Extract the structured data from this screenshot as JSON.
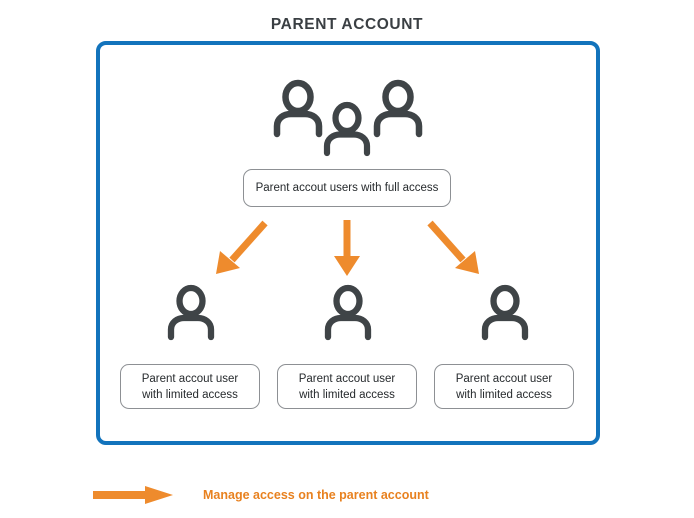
{
  "diagram": {
    "title": "PARENT ACCOUNT",
    "colors": {
      "frame_blue": "#1273bc",
      "arrow_orange": "#ee8b2d",
      "icon_gray": "#3f4447",
      "box_border_gray": "#8d9094",
      "title_gray": "#3a3f43",
      "legend_orange": "#e8811f",
      "background": "#ffffff"
    },
    "top_group": {
      "icon_name": "three-users-icon",
      "person_count": 3,
      "label": "Parent accout users with full access"
    },
    "arrows": [
      {
        "name": "arrow-to-child-1",
        "direction": "down-left"
      },
      {
        "name": "arrow-to-child-2",
        "direction": "down"
      },
      {
        "name": "arrow-to-child-3",
        "direction": "down-right"
      }
    ],
    "children": [
      {
        "icon_name": "user-icon",
        "line1": "Parent accout user",
        "line2": "with limited access"
      },
      {
        "icon_name": "user-icon",
        "line1": "Parent accout user",
        "line2": "with limited access"
      },
      {
        "icon_name": "user-icon",
        "line1": "Parent accout user",
        "line2": "with limited access"
      }
    ],
    "legend": {
      "icon_name": "right-arrow-icon",
      "text": "Manage access on the parent account"
    }
  }
}
